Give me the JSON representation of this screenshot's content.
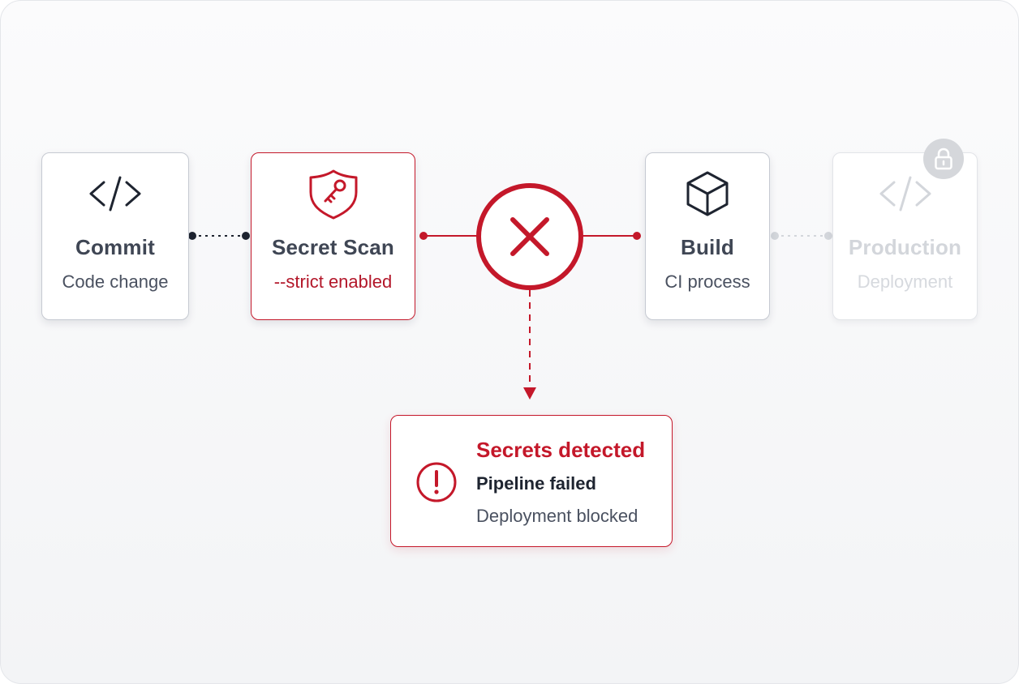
{
  "pipeline": {
    "stages": [
      {
        "title": "Commit",
        "subtitle": "Code change",
        "icon": "code-icon",
        "status": "passed"
      },
      {
        "title": "Secret Scan",
        "subtitle": "--strict enabled",
        "icon": "shield-key-icon",
        "status": "failed"
      },
      {
        "title": "Build",
        "subtitle": "CI process",
        "icon": "cube-icon",
        "status": "pending"
      },
      {
        "title": "Production",
        "subtitle": "Deployment",
        "icon": "code-icon",
        "status": "locked",
        "badge_icon": "lock-icon"
      }
    ],
    "failure_marker_icon": "x-icon"
  },
  "result": {
    "icon": "exclamation-circle-icon",
    "title": "Secrets detected",
    "line1": "Pipeline failed",
    "line2": "Deployment blocked"
  },
  "colors": {
    "alert": "#c4182a",
    "text_dark": "#3f4654",
    "text_muted": "#4a5160",
    "disabled": "#d3d6db",
    "connector_dark": "#1e2430"
  }
}
